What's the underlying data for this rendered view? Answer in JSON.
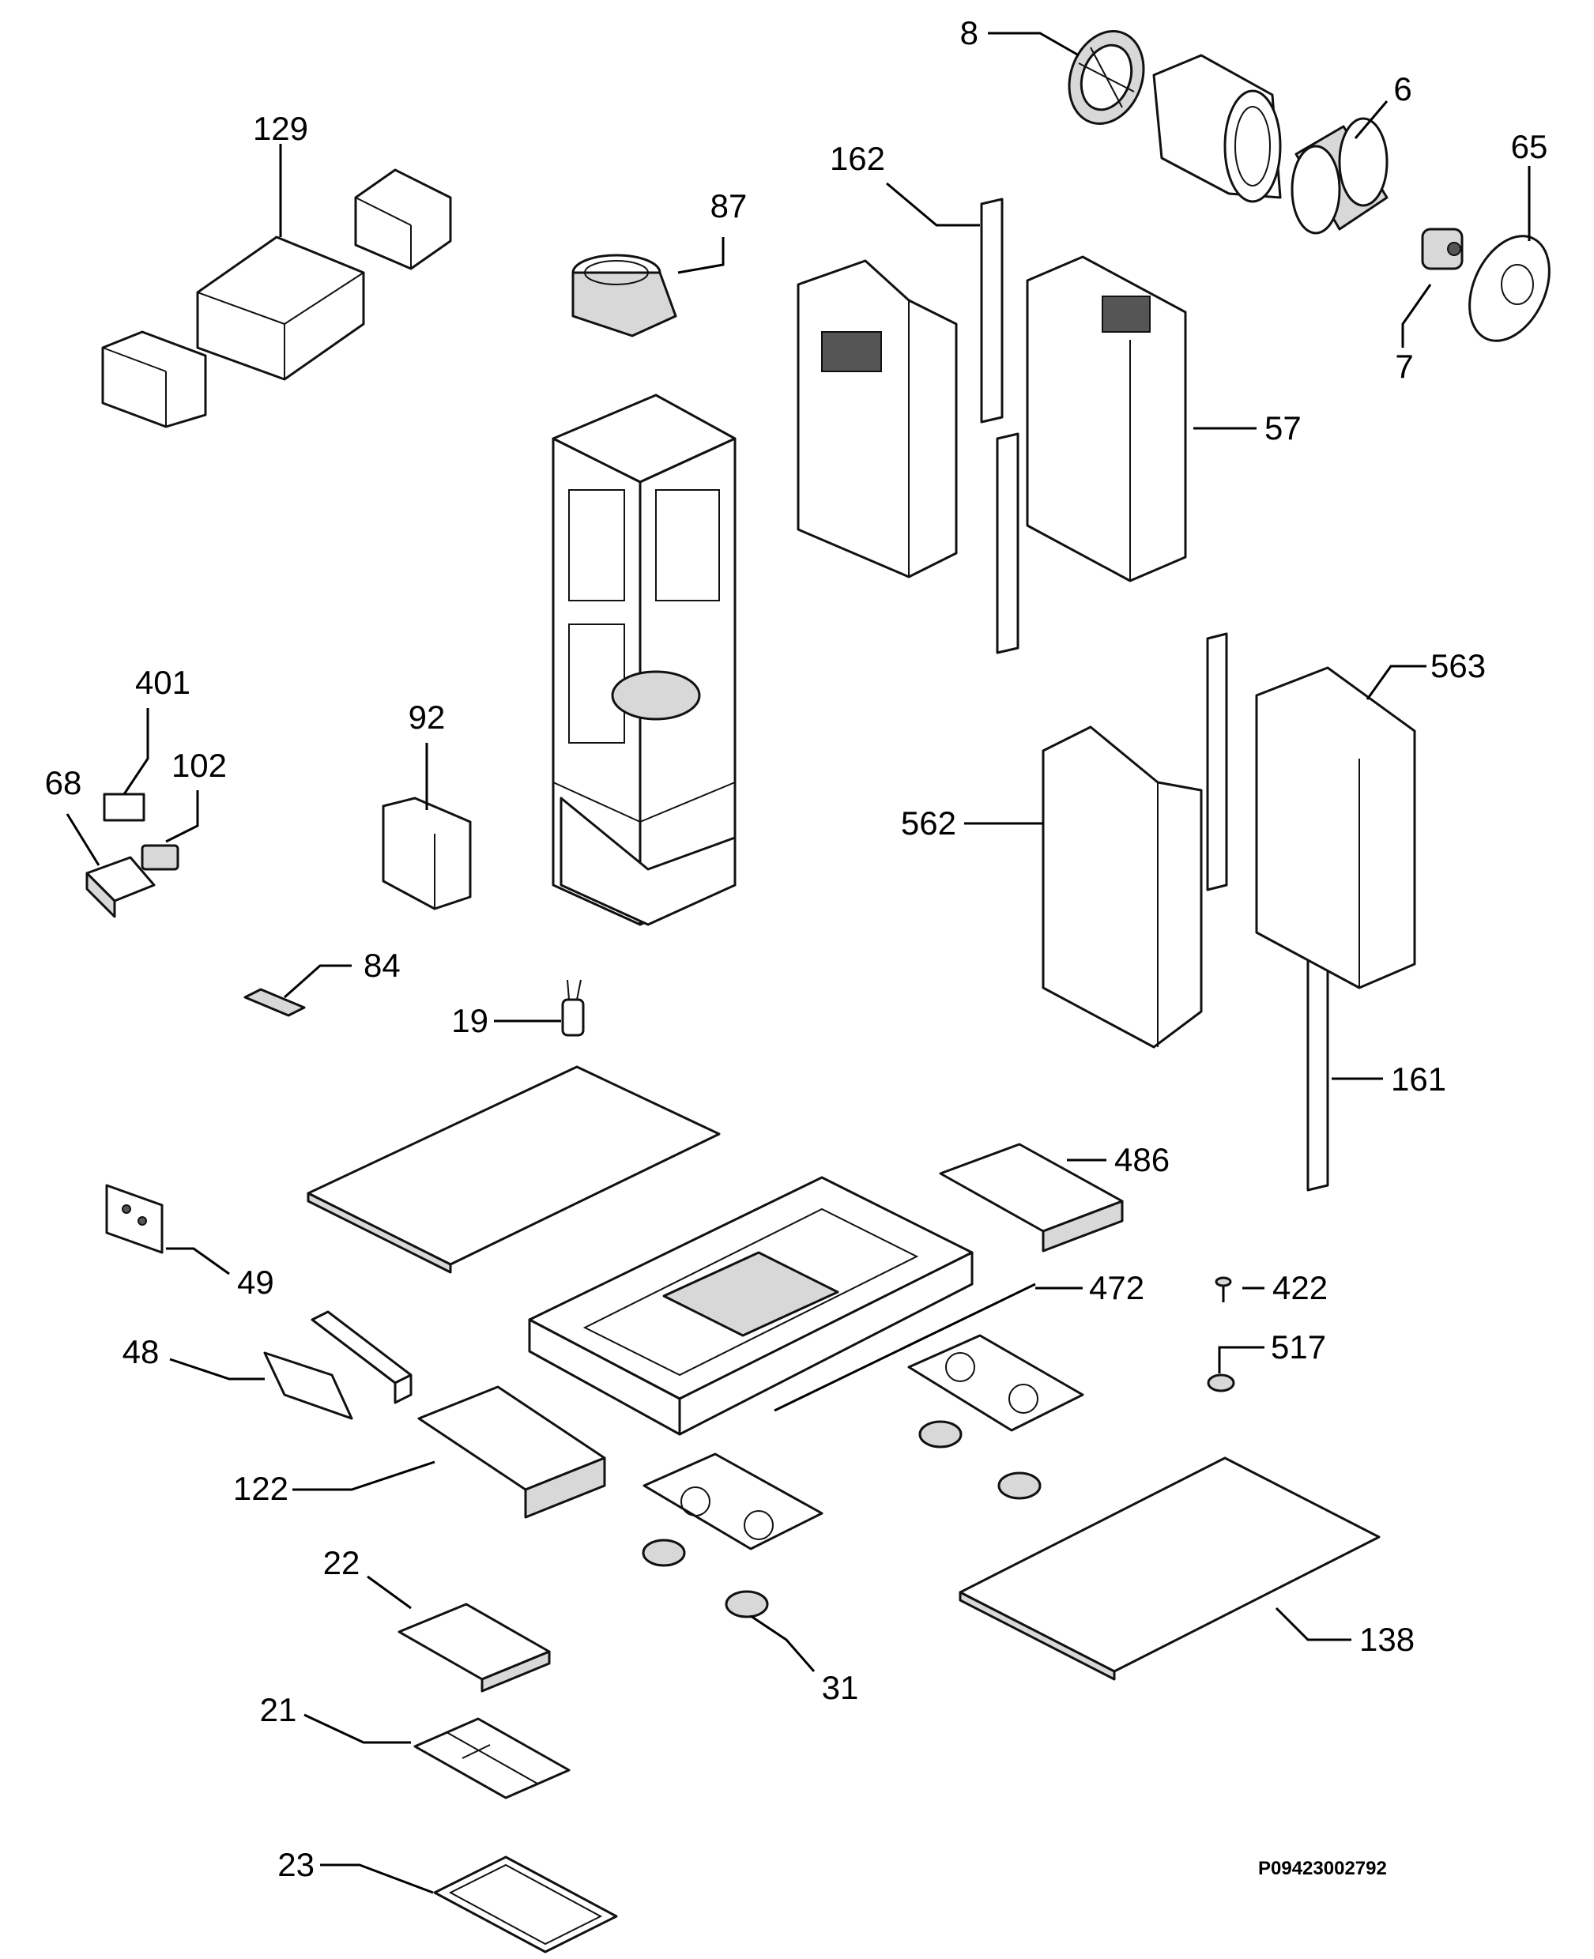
{
  "diagram_code": "P09423002792",
  "callouts": {
    "c8": "8",
    "c6": "6",
    "c65": "65",
    "c7": "7",
    "c129": "129",
    "c87": "87",
    "c162": "162",
    "c57": "57",
    "c401": "401",
    "c68": "68",
    "c102": "102",
    "c92": "92",
    "c563": "563",
    "c562": "562",
    "c84": "84",
    "c19": "19",
    "c161": "161",
    "c486": "486",
    "c49": "49",
    "c472": "472",
    "c422": "422",
    "c48": "48",
    "c517": "517",
    "c122": "122",
    "c22": "22",
    "c138": "138",
    "c31": "31",
    "c21": "21",
    "c23": "23"
  }
}
